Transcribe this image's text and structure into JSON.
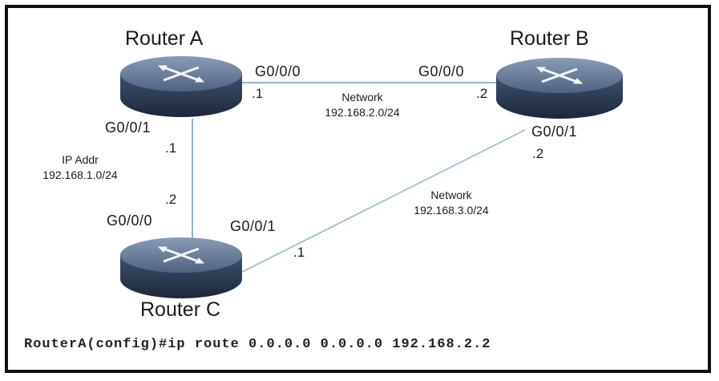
{
  "routers": {
    "a": {
      "name": "Router A"
    },
    "b": {
      "name": "Router B"
    },
    "c": {
      "name": "Router C"
    }
  },
  "links": {
    "ab": {
      "label": "Network",
      "subnet": "192.168.2.0/24",
      "a_port": "G0/0/0",
      "a_host": ".1",
      "b_port": "G0/0/0",
      "b_host": ".2"
    },
    "ac": {
      "label": "IP Addr",
      "subnet": "192.168.1.0/24",
      "a_port": "G0/0/1",
      "a_host": ".1",
      "c_port": "G0/0/0",
      "c_host": ".2"
    },
    "bc": {
      "label": "Network",
      "subnet": "192.168.3.0/24",
      "b_port": "G0/0/1",
      "b_host": ".2",
      "c_port": "G0/0/1",
      "c_host": ".1"
    }
  },
  "command": "RouterA(config)#ip route 0.0.0.0 0.0.0.0 192.168.2.2",
  "colors": {
    "link": "#8fb3c9",
    "router_body": "#2b3c52",
    "router_top": "#5f7391",
    "frame": "#111111"
  }
}
